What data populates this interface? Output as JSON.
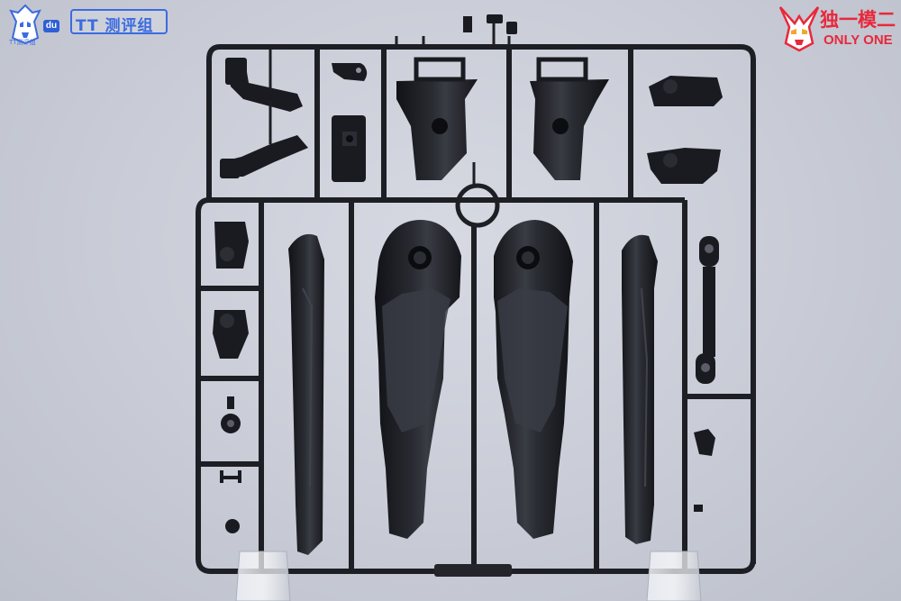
{
  "watermark_left": {
    "badge_label": "du",
    "group_name": "TT 测评组",
    "caption": "TT测评组"
  },
  "watermark_right": {
    "title_zh": "独一模二",
    "title_en": "ONLY ONE"
  },
  "colors": {
    "background": "#c9ccd6",
    "plastic": "#1c1d22",
    "accent_blue": "#3c6be0",
    "accent_red": "#e8283c"
  },
  "icons": {
    "left_badge": "gundam-head-icon",
    "right_badge": "gundam-head-icon"
  }
}
